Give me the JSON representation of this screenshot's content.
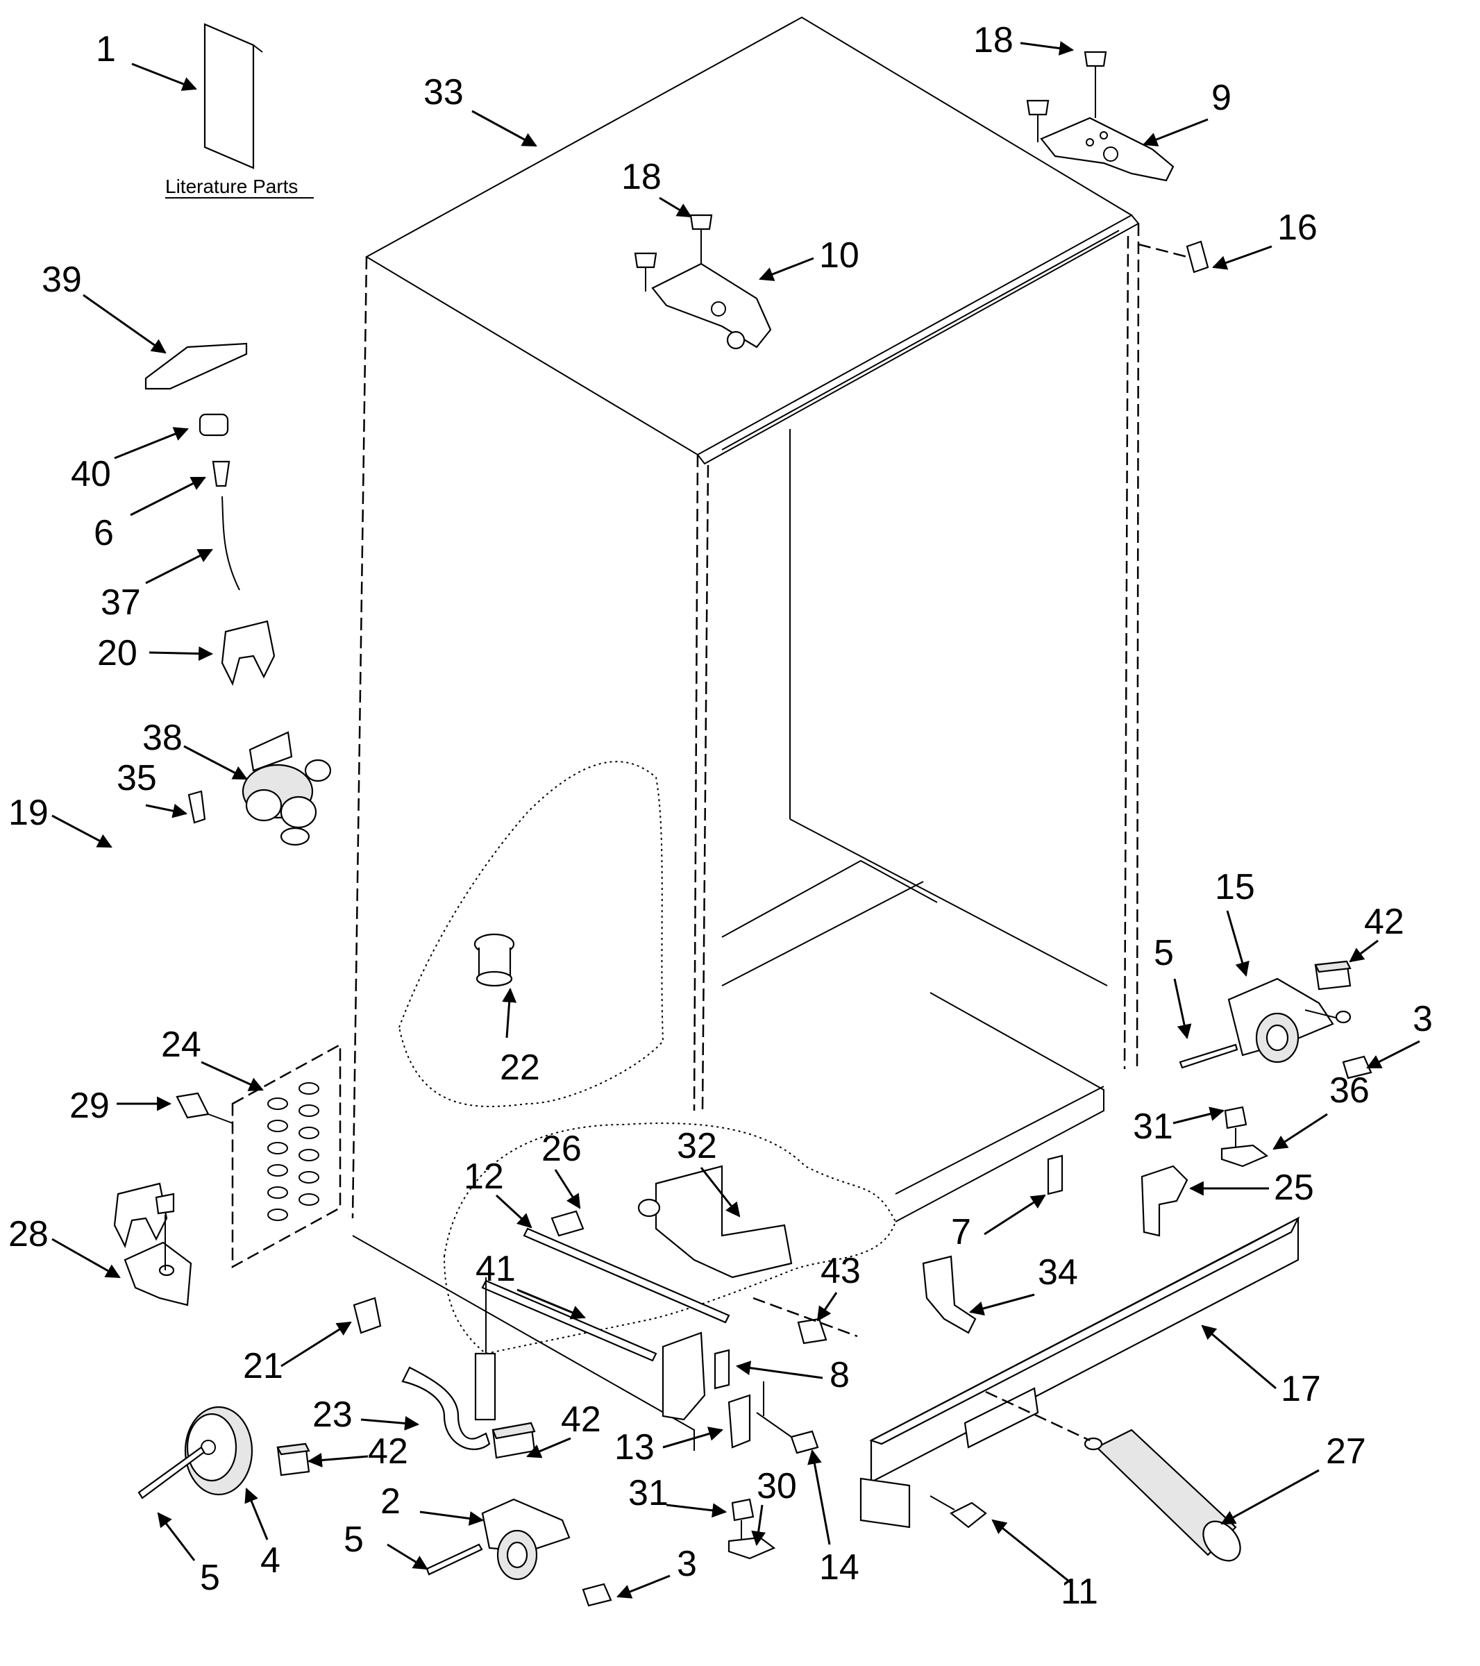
{
  "diagram": {
    "literature_label": "Literature Parts",
    "callouts": [
      {
        "id": "c1",
        "text": "1"
      },
      {
        "id": "c33",
        "text": "33"
      },
      {
        "id": "c18a",
        "text": "18"
      },
      {
        "id": "c9",
        "text": "9"
      },
      {
        "id": "c18b",
        "text": "18"
      },
      {
        "id": "c10",
        "text": "10"
      },
      {
        "id": "c16",
        "text": "16"
      },
      {
        "id": "c39",
        "text": "39"
      },
      {
        "id": "c40",
        "text": "40"
      },
      {
        "id": "c6",
        "text": "6"
      },
      {
        "id": "c37",
        "text": "37"
      },
      {
        "id": "c20",
        "text": "20"
      },
      {
        "id": "c38",
        "text": "38"
      },
      {
        "id": "c35",
        "text": "35"
      },
      {
        "id": "c19",
        "text": "19"
      },
      {
        "id": "c22",
        "text": "22"
      },
      {
        "id": "c24",
        "text": "24"
      },
      {
        "id": "c29",
        "text": "29"
      },
      {
        "id": "c28",
        "text": "28"
      },
      {
        "id": "c15",
        "text": "15"
      },
      {
        "id": "c42a",
        "text": "42"
      },
      {
        "id": "c5a",
        "text": "5"
      },
      {
        "id": "c3a",
        "text": "3"
      },
      {
        "id": "c36",
        "text": "36"
      },
      {
        "id": "c31a",
        "text": "31"
      },
      {
        "id": "c25",
        "text": "25"
      },
      {
        "id": "c26",
        "text": "26"
      },
      {
        "id": "c32",
        "text": "32"
      },
      {
        "id": "c12",
        "text": "12"
      },
      {
        "id": "c7",
        "text": "7"
      },
      {
        "id": "c43",
        "text": "43"
      },
      {
        "id": "c34",
        "text": "34"
      },
      {
        "id": "c41",
        "text": "41"
      },
      {
        "id": "c21",
        "text": "21"
      },
      {
        "id": "c8",
        "text": "8"
      },
      {
        "id": "c17",
        "text": "17"
      },
      {
        "id": "c23",
        "text": "23"
      },
      {
        "id": "c42b",
        "text": "42"
      },
      {
        "id": "c42c",
        "text": "42"
      },
      {
        "id": "c13",
        "text": "13"
      },
      {
        "id": "c27",
        "text": "27"
      },
      {
        "id": "c2",
        "text": "2"
      },
      {
        "id": "c31b",
        "text": "31"
      },
      {
        "id": "c30",
        "text": "30"
      },
      {
        "id": "c5b",
        "text": "5"
      },
      {
        "id": "c4",
        "text": "4"
      },
      {
        "id": "c5c",
        "text": "5"
      },
      {
        "id": "c14",
        "text": "14"
      },
      {
        "id": "c3b",
        "text": "3"
      },
      {
        "id": "c11",
        "text": "11"
      }
    ]
  }
}
